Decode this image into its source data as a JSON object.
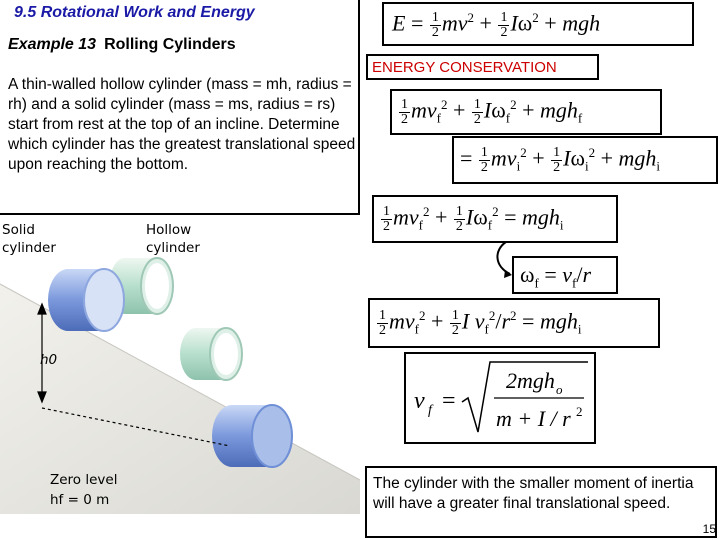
{
  "slide": {
    "heading": "9.5 Rotational Work and Energy",
    "example_label": "Example 13",
    "example_title": "Rolling Cylinders",
    "problem_text": "A thin-walled hollow cylinder (mass = mh, radius = rh) and a solid cylinder (mass = ms, radius = rs) start from rest at the top of an incline.  Determine which cylinder has the greatest translational speed upon reaching the bottom.",
    "energy_label": "ENERGY CONSERVATION",
    "conclusion": "The cylinder with the smaller moment of inertia will have a greater final translational speed.",
    "page_number": "15"
  },
  "figure": {
    "solid_label_1": "Solid",
    "solid_label_2": "cylinder",
    "hollow_label_1": "Hollow",
    "hollow_label_2": "cylinder",
    "h0_label": "h0",
    "zero_level_1": "Zero level",
    "zero_level_2": "hf = 0 m"
  },
  "colors": {
    "heading": "#1a1aa6",
    "energy_label": "#cc0000",
    "solid_cylinder": "#6f8fd6",
    "hollow_cylinder": "#a9d8c6",
    "incline": "#e9e8e3"
  }
}
